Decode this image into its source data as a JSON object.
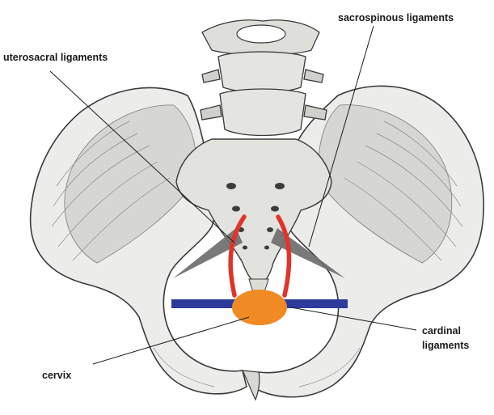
{
  "labels": {
    "uterosacral": "uterosacral ligaments",
    "sacrospinous": "sacrospinous ligaments",
    "cardinal_line1": "cardinal",
    "cardinal_line2": "ligaments",
    "cervix": "cervix"
  },
  "colors": {
    "uterosacral": "#e0342a",
    "cardinal": "#2e3a9c",
    "cervix": "#f08a24",
    "sacrospinous": "#6e6e6e",
    "bone_fill": "#ededeb",
    "bone_stroke": "#3a3a3a",
    "leader": "#1a1a1a"
  }
}
